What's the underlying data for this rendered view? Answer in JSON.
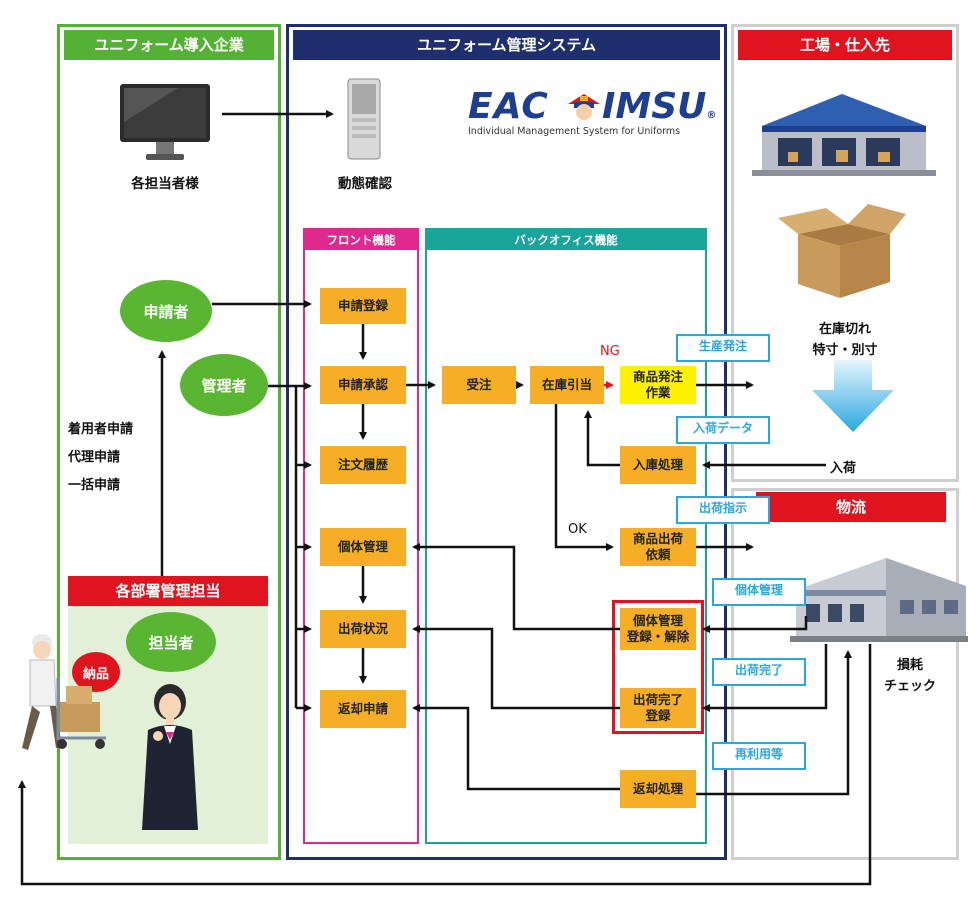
{
  "sections": {
    "client": "ユニフォーム導入企業",
    "system": "ユニフォーム管理システム",
    "factory": "工場・仕入先",
    "logistics": "物流",
    "dept_manager": "各部署管理担当",
    "front": "フロント機能",
    "backoffice": "バックオフィス機能"
  },
  "logo": {
    "main_left": "EAC",
    "main_right": "IMSU",
    "reg": "®",
    "tagline": "Individual Management System for Uniforms"
  },
  "labels": {
    "monitor_caption": "各担当者様",
    "server_caption": "動態確認",
    "request_types": [
      "着用者申請",
      "代理申請",
      "一括申請"
    ],
    "stockout": "在庫切れ\n特寸・別寸",
    "ok": "OK",
    "ng": "NG",
    "arrival": "入荷",
    "damage_check": "損耗\nチェック"
  },
  "actors": {
    "applicant": "申請者",
    "manager": "管理者",
    "person_in_charge": "担当者",
    "delivery": "納品"
  },
  "front_boxes": {
    "request_register": "申請登録",
    "request_approve": "申請承認",
    "order_history": "注文履歴",
    "individual_mgmt": "個体管理",
    "shipping_status": "出荷状況",
    "return_request": "返却申請"
  },
  "back_boxes": {
    "order_receive": "受注",
    "stock_allocation": "在庫引当",
    "production_work": "商品発注\n作業",
    "warehousing": "入庫処理",
    "shipping_request": "商品出荷\n依頼",
    "individual_register": "個体管理\n登録・解除",
    "shipping_complete": "出荷完了\n登録",
    "return_process": "返却処理"
  },
  "tags": {
    "production_order": "生産発注",
    "arrival_data": "入荷データ",
    "shipping_instruction": "出荷指示",
    "individual_tag": "個体管理",
    "shipped": "出荷完了",
    "reuse": "再利用等"
  },
  "colors": {
    "green": "#55b135",
    "navy": "#1f2f6e",
    "gray": "#cfcfcf",
    "red": "#e0141f",
    "magenta": "#e0288d",
    "teal": "#1aa59b",
    "orange": "#f5ae26",
    "blue": "#2aa7df"
  }
}
